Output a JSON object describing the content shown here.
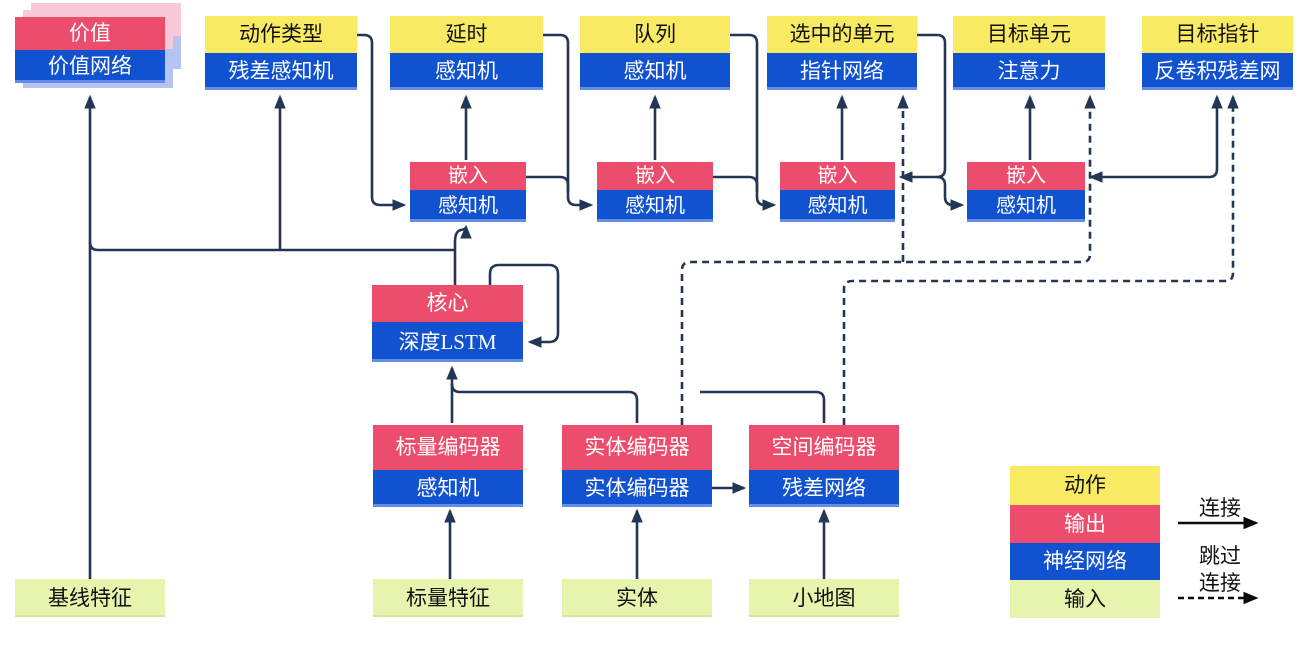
{
  "diagram_title": "agent-architecture-diagram",
  "nodes": {
    "value": {
      "header": "价值",
      "body": "价值网络"
    },
    "action_type": {
      "header": "动作类型",
      "body": "残差感知机"
    },
    "delay": {
      "header": "延时",
      "body": "感知机"
    },
    "queue": {
      "header": "队列",
      "body": "感知机"
    },
    "selected_units": {
      "header": "选中的单元",
      "body": "指针网络"
    },
    "target_unit": {
      "header": "目标单元",
      "body": "注意力"
    },
    "target_point": {
      "header": "目标指针",
      "body": "反卷积残差网"
    },
    "embed1": {
      "header": "嵌入",
      "body": "感知机"
    },
    "embed2": {
      "header": "嵌入",
      "body": "感知机"
    },
    "embed3": {
      "header": "嵌入",
      "body": "感知机"
    },
    "embed4": {
      "header": "嵌入",
      "body": "感知机"
    },
    "core": {
      "header": "核心",
      "body": "深度LSTM"
    },
    "scalar_encoder": {
      "header": "标量编码器",
      "body": "感知机"
    },
    "entity_encoder": {
      "header": "实体编码器",
      "body": "实体编码器"
    },
    "spatial_encoder": {
      "header": "空间编码器",
      "body": "残差网络"
    },
    "baseline_features": {
      "label": "基线特征"
    },
    "scalar_features": {
      "label": "标量特征"
    },
    "entities": {
      "label": "实体"
    },
    "minimap": {
      "label": "小地图"
    }
  },
  "legend": {
    "action": "动作",
    "output": "输出",
    "neural_network": "神经网络",
    "input": "输入",
    "connection": "连接",
    "skip_line1": "跳过",
    "skip_line2": "连接"
  },
  "colors": {
    "action_yellow": "#F8EB63",
    "output_pink": "#EC4D6D",
    "network_blue": "#1152D0",
    "input_green": "#E7F4AD",
    "ghost_pink": "#F8C9D9",
    "ghost_blue": "#B7C4F3",
    "wire_navy": "#233754",
    "legend_arrow_black": "#0a0a0a",
    "background": "#ffffff"
  }
}
